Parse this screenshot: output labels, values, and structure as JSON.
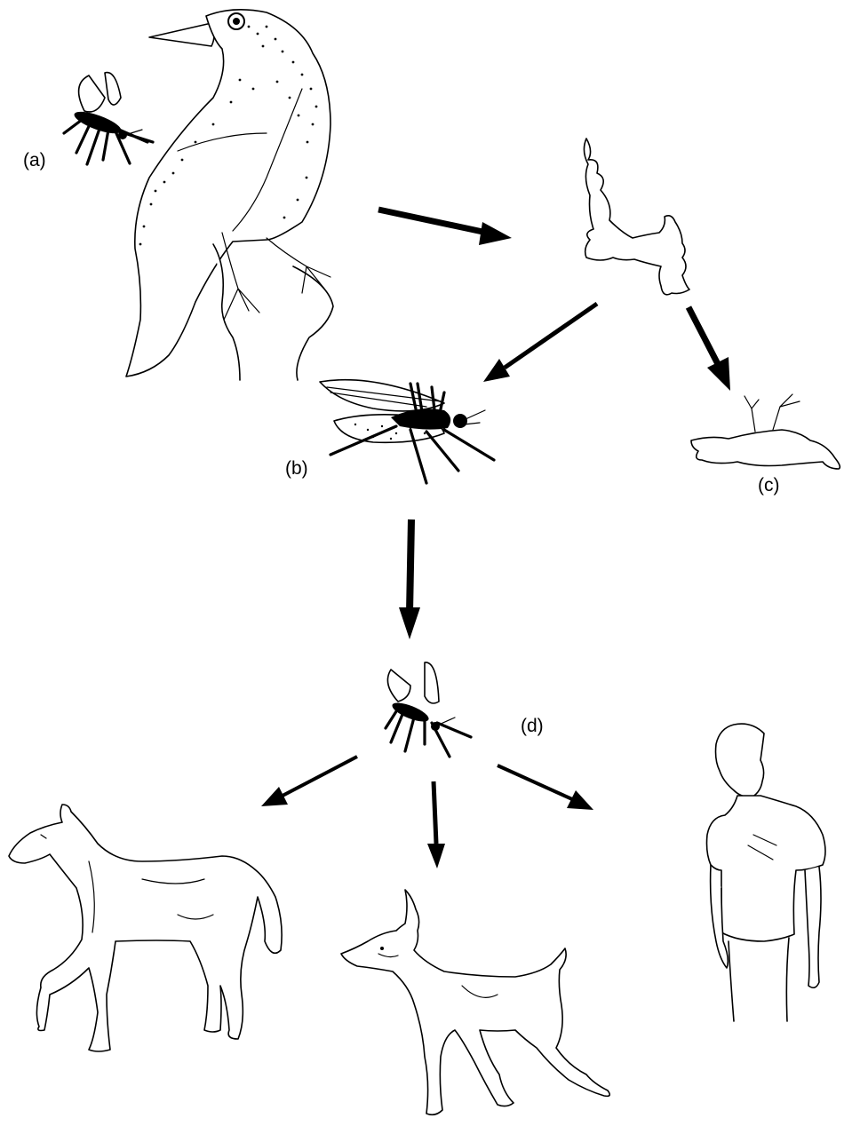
{
  "labels": {
    "a": "(a)",
    "b": "(b)",
    "c": "(c)",
    "d": "(d)"
  },
  "colors": {
    "ink": "#000000",
    "background": "#ffffff"
  },
  "figures": [
    "mosquito-a-icon",
    "perched-bird-icon",
    "flying-bird-icon",
    "engorged-mosquito-icon",
    "dead-bird-icon",
    "mosquito-d-icon",
    "horse-icon",
    "dog-icon",
    "human-icon"
  ]
}
